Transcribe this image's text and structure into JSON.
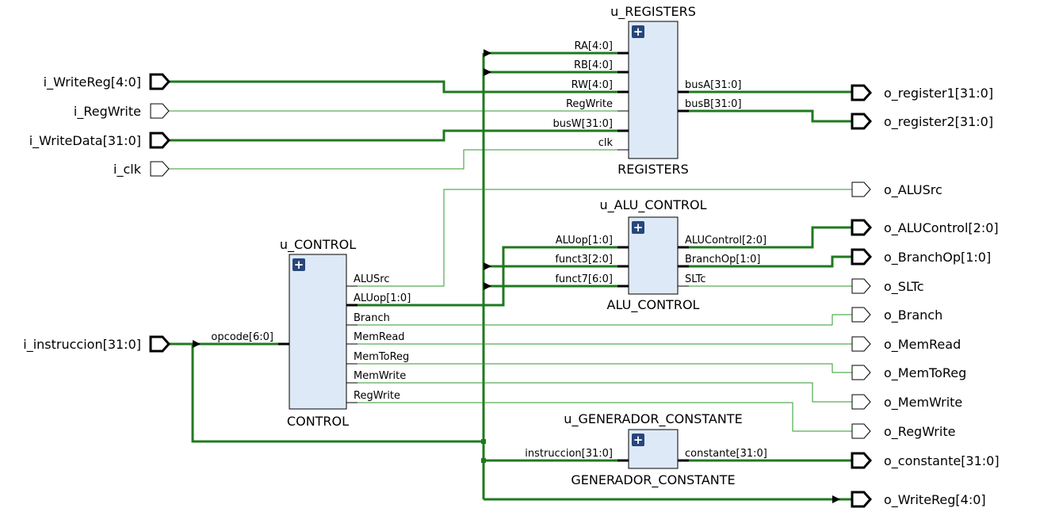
{
  "input_ports": [
    {
      "id": "wr",
      "label": "i_WriteReg[4:0]",
      "bus": true
    },
    {
      "id": "rw",
      "label": "i_RegWrite",
      "bus": false
    },
    {
      "id": "wd",
      "label": "i_WriteData[31:0]",
      "bus": true
    },
    {
      "id": "clk",
      "label": "i_clk",
      "bus": false
    },
    {
      "id": "ins",
      "label": "i_instruccion[31:0]",
      "bus": true
    }
  ],
  "output_ports": [
    {
      "id": "r1",
      "label": "o_register1[31:0]",
      "bus": true
    },
    {
      "id": "r2",
      "label": "o_register2[31:0]",
      "bus": true
    },
    {
      "id": "alusrc",
      "label": "o_ALUSrc",
      "bus": false
    },
    {
      "id": "aluctl",
      "label": "o_ALUControl[2:0]",
      "bus": true
    },
    {
      "id": "brop",
      "label": "o_BranchOp[1:0]",
      "bus": true
    },
    {
      "id": "sltc",
      "label": "o_SLTc",
      "bus": false
    },
    {
      "id": "branch",
      "label": "o_Branch",
      "bus": false
    },
    {
      "id": "memread",
      "label": "o_MemRead",
      "bus": false
    },
    {
      "id": "memtoreg",
      "label": "o_MemToReg",
      "bus": false
    },
    {
      "id": "memwrite",
      "label": "o_MemWrite",
      "bus": false
    },
    {
      "id": "regwrite",
      "label": "o_RegWrite",
      "bus": false
    },
    {
      "id": "const",
      "label": "o_constante[31:0]",
      "bus": true
    },
    {
      "id": "owr",
      "label": "o_WriteReg[4:0]",
      "bus": true
    }
  ],
  "cells": [
    {
      "id": "registers",
      "instance": "u_REGISTERS",
      "type": "REGISTERS",
      "expand": "+",
      "left_pins": [
        {
          "label": "RA[4:0]",
          "bus": true
        },
        {
          "label": "RB[4:0]",
          "bus": true
        },
        {
          "label": "RW[4:0]",
          "bus": true
        },
        {
          "label": "RegWrite",
          "bus": false
        },
        {
          "label": "busW[31:0]",
          "bus": true
        },
        {
          "label": "clk",
          "bus": false
        }
      ],
      "right_pins": [
        {
          "label": "busA[31:0]",
          "bus": true
        },
        {
          "label": "busB[31:0]",
          "bus": true
        }
      ]
    },
    {
      "id": "alu_control",
      "instance": "u_ALU_CONTROL",
      "type": "ALU_CONTROL",
      "expand": "+",
      "left_pins": [
        {
          "label": "ALUop[1:0]",
          "bus": true
        },
        {
          "label": "funct3[2:0]",
          "bus": true
        },
        {
          "label": "funct7[6:0]",
          "bus": true
        }
      ],
      "right_pins": [
        {
          "label": "ALUControl[2:0]",
          "bus": true
        },
        {
          "label": "BranchOp[1:0]",
          "bus": true
        },
        {
          "label": "SLTc",
          "bus": false
        }
      ]
    },
    {
      "id": "control",
      "instance": "u_CONTROL",
      "type": "CONTROL",
      "expand": "+",
      "left_pins": [
        {
          "label": "opcode[6:0]",
          "bus": true
        }
      ],
      "right_pins": [
        {
          "label": "ALUSrc",
          "bus": false
        },
        {
          "label": "ALUop[1:0]",
          "bus": true
        },
        {
          "label": "Branch",
          "bus": false
        },
        {
          "label": "MemRead",
          "bus": false
        },
        {
          "label": "MemToReg",
          "bus": false
        },
        {
          "label": "MemWrite",
          "bus": false
        },
        {
          "label": "RegWrite",
          "bus": false
        }
      ]
    },
    {
      "id": "generador",
      "instance": "u_GENERADOR_CONSTANTE",
      "type": "GENERADOR_CONSTANTE",
      "expand": "+",
      "left_pins": [
        {
          "label": "instruccion[31:0]",
          "bus": true
        }
      ],
      "right_pins": [
        {
          "label": "constante[31:0]",
          "bus": true
        }
      ]
    }
  ]
}
